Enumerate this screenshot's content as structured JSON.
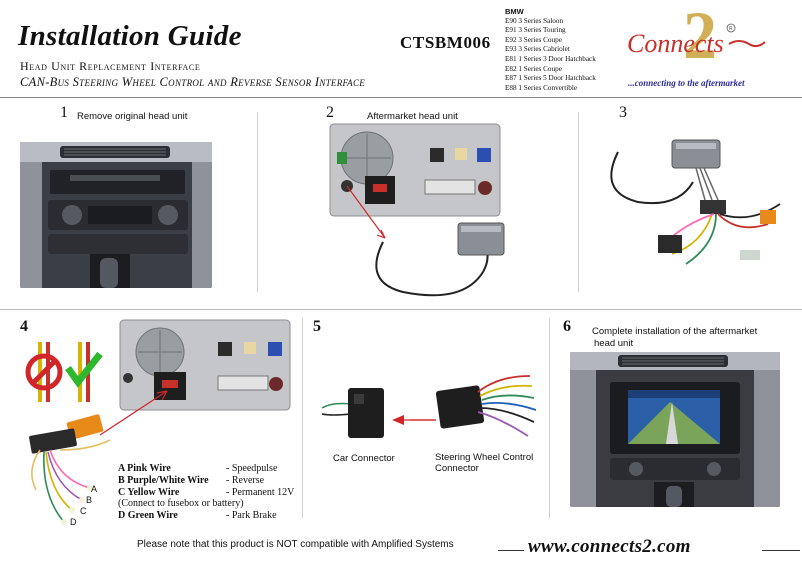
{
  "header": {
    "title": "Installation Guide",
    "subtitle1": "Head Unit Replacement Interface",
    "subtitle2": "CAN-Bus Steering Wheel Control and Reverse Sensor Interface",
    "product_code": "CTSBM006",
    "make": "BMW",
    "models": [
      "E90 3 Series Saloon",
      "E91 3 Series Touring",
      "E92 3 Series Coupe",
      "E93 3 Series Cabriolet",
      "E81 1 Series 3 Door Hatchback",
      "E82 1 Series Coupe",
      "E87 1 Series 5 Door Hatchback",
      "E88 1 Series Convertible"
    ],
    "brand_tagline": "...connecting to the aftermarket"
  },
  "steps": [
    {
      "number": "1",
      "caption": "Remove original head unit"
    },
    {
      "number": "2",
      "caption": "Aftermarket head unit"
    },
    {
      "number": "3",
      "caption": ""
    },
    {
      "number": "4",
      "caption": ""
    },
    {
      "number": "5",
      "caption": ""
    },
    {
      "number": "6",
      "caption_line1": "Complete installation of the aftermarket",
      "caption_line2": "head unit"
    }
  ],
  "step4": {
    "wire_letters": [
      "A",
      "B",
      "C",
      "D"
    ],
    "wiring": [
      {
        "label": "A Pink Wire",
        "value": "- Speedpulse"
      },
      {
        "label": "B Purple/White Wire",
        "value": "- Reverse"
      },
      {
        "label": "C Yellow Wire",
        "value": "- Permanent 12V"
      },
      {
        "label": "D Green Wire",
        "value": "- Park Brake"
      }
    ],
    "fuse_note": "(Connect to fusebox or battery)"
  },
  "step5": {
    "car_connector": "Car Connector",
    "swc_line1": "Steering Wheel Control",
    "swc_line2": "Connector"
  },
  "footer": {
    "note": "Please note that this product is NOT compatible with Amplified Systems",
    "website": "www.connects2.com"
  },
  "colors": {
    "brand_red": "#c8302a",
    "brand_gold": "#c9a23a",
    "brand_blue": "#2a2a9a",
    "arrow_red": "#d0262a"
  }
}
